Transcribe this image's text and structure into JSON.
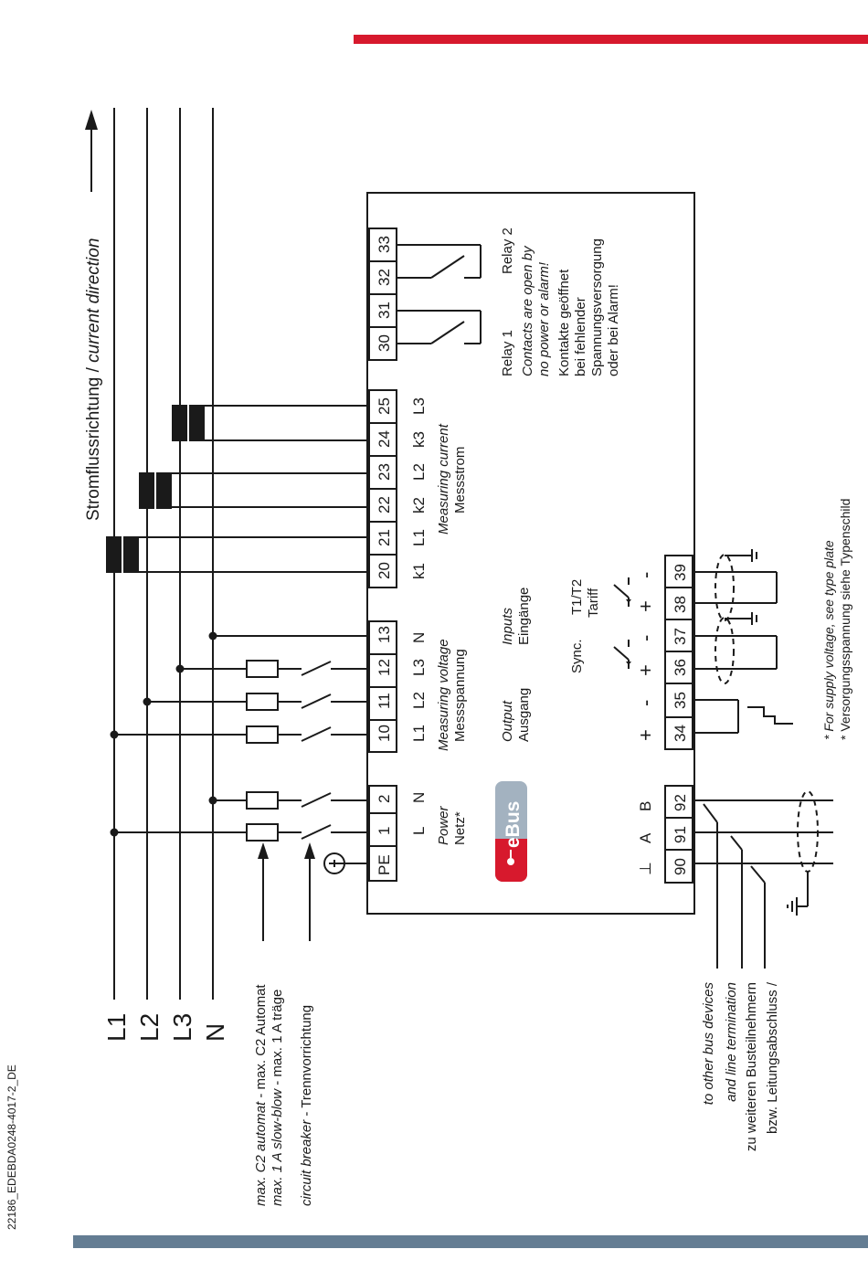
{
  "doc_id": "22186_EDEBDA0248-4017-2_DE",
  "colors": {
    "accent_red": "#d7192d",
    "accent_blue": "#647d93",
    "ebus_red": "#d7192d",
    "ebus_gray": "#a3b2c0",
    "line": "#1a1a1a"
  },
  "lines": [
    "L1",
    "L2",
    "L3",
    "N"
  ],
  "current_direction": {
    "de": "Stromflussrichtung / ",
    "en": "current  direction"
  },
  "left_notes": {
    "breaker_1_en": "max. C2 automat",
    "breaker_1_de": " - max. C2 Automat",
    "breaker_2_en": "max. 1 A slow-blow",
    "breaker_2_de": " - max. 1 A träge",
    "circuit_en": "circuit breaker",
    "circuit_de": " - Trennvorrichtung"
  },
  "bus_notes": {
    "en1": "to other bus devices",
    "en2": "and line termination",
    "de1": "zu weiteren Busteilnehmern",
    "de2": "bzw. Leitungsabschluss /"
  },
  "footnote": {
    "en": "* For supply voltage, see type plate",
    "de": "* Versorgungsspannung siehe Typenschild"
  },
  "terminals": {
    "power": [
      "PE",
      "1",
      "2"
    ],
    "voltage": [
      "10",
      "11",
      "12",
      "13"
    ],
    "current": [
      "20",
      "21",
      "22",
      "23",
      "24",
      "25"
    ],
    "relays": [
      "30",
      "31",
      "32",
      "33"
    ],
    "bus": [
      "90",
      "91",
      "92"
    ],
    "io": [
      "34",
      "35",
      "36",
      "37",
      "38",
      "39"
    ]
  },
  "pin_labels": {
    "power": [
      "L",
      "N"
    ],
    "voltage": [
      "L1",
      "L2",
      "L3",
      "N"
    ],
    "current": [
      "k1",
      "L1",
      "k2",
      "L2",
      "k3",
      "L3"
    ],
    "bus": [
      "⊥",
      "A",
      "B"
    ],
    "io_signs": [
      "+",
      "-",
      "+",
      "-",
      "+",
      "-"
    ]
  },
  "labels": {
    "power_en": "Power",
    "power_de": "Netz*",
    "meas_voltage_en": "Measuring voltage",
    "meas_voltage_de": "Messspannung",
    "meas_current_en": "Measuring current",
    "meas_current_de": "Messstrom",
    "relay1": "Relay 1",
    "relay2": "Relay 2",
    "contacts_en1": "Contacts are open by",
    "contacts_en2": "no power or alarm!",
    "contacts_de1": "Kontakte geöffnet",
    "contacts_de2": "bei fehlender",
    "contacts_de3": "Spannungsversorgung",
    "contacts_de4": "oder bei Alarm!",
    "output_en": "Output",
    "output_de": "Ausgang",
    "inputs_en": "Inputs",
    "inputs_de": "Eingänge",
    "sync": "Sync.",
    "t1t2": "T1/T2",
    "tariff": "Tariff",
    "ebus": "eBus"
  }
}
